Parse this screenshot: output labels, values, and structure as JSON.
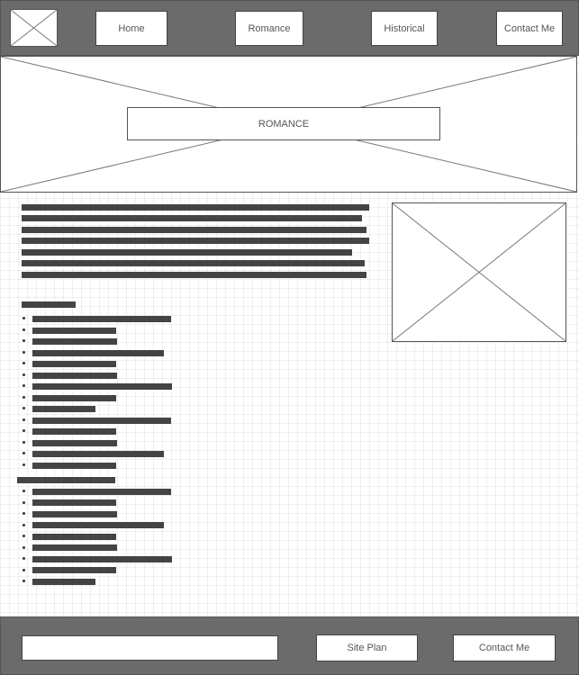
{
  "nav": {
    "logo_icon": "image-placeholder-icon",
    "items": [
      {
        "label": "Home"
      },
      {
        "label": "Romance"
      },
      {
        "label": "Historical"
      },
      {
        "label": "Contact Me"
      }
    ]
  },
  "hero": {
    "title": "ROMANCE",
    "image_icon": "image-placeholder-icon"
  },
  "content": {
    "side_image_icon": "image-placeholder-icon",
    "paragraph_lines": 7,
    "list1_items": 14,
    "list2_items": 9
  },
  "footer": {
    "search_value": "",
    "links": [
      {
        "label": "Site Plan"
      },
      {
        "label": "Contact Me"
      }
    ]
  },
  "colors": {
    "bar_background": "#6b6b6b",
    "text_bar": "#444444",
    "border": "#555555"
  }
}
